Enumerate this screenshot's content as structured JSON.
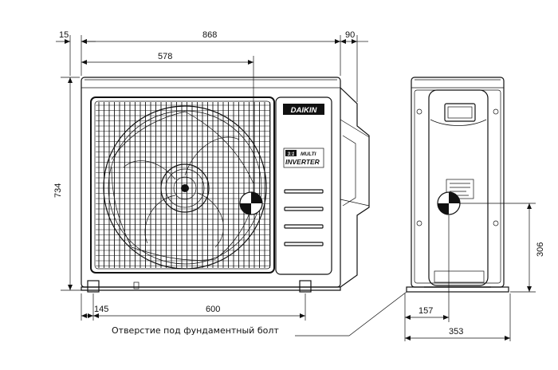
{
  "dimensions": {
    "left_offset": "15",
    "overall_width": "868",
    "right_offset": "90",
    "center_of_gravity_width": "578",
    "height": "734",
    "left_foot_offset": "145",
    "foot_spacing": "600",
    "side_height_cog": "306",
    "side_cog_depth": "157",
    "side_depth": "353"
  },
  "caption": "Отверстие под фундаментный болт",
  "labels": {
    "brand": "DAIKIN",
    "badge_3": "3:1",
    "badge_multi": "MULTI",
    "badge_inverter": "INVERTER"
  },
  "colors": {
    "line": "#111111",
    "background": "#ffffff"
  }
}
